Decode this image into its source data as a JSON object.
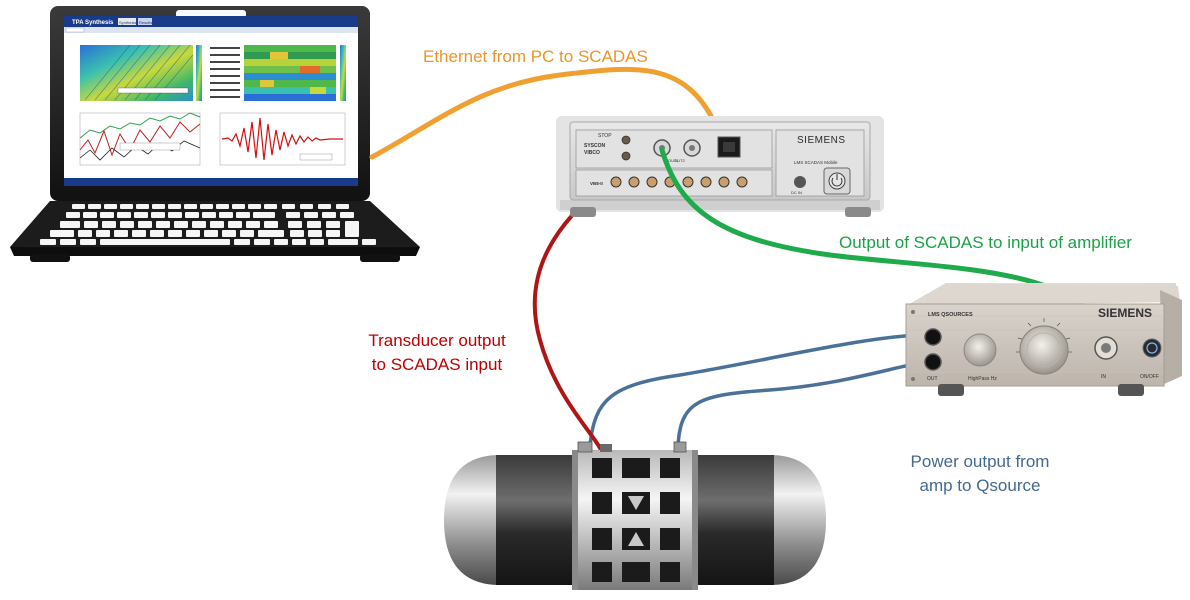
{
  "labels": {
    "ethernet": "Ethernet from PC to SCADAS",
    "scadas_out": "Output of SCADAS to input of amplifier",
    "transducer_1": "Transducer output",
    "transducer_2": "to SCADAS input",
    "power_1": "Power output from",
    "power_2": "amp to Qsource"
  },
  "laptop_screen": {
    "window_title": "TPA Synthesis",
    "tab_1": "Synthesis",
    "tab_2": "Results"
  },
  "scadas": {
    "brand": "SIEMENS",
    "model": "LMS SCADAS Mobile",
    "stop": "STOP",
    "syscon": "SYSCON",
    "vibco": "VIBCO",
    "out1": "OUT1",
    "out2": "OUT2",
    "vb8": "VB8-II",
    "dcin": "DC IN"
  },
  "amplifier": {
    "brand": "SIEMENS",
    "model": "LMS QSOURCES",
    "out": "OUT",
    "highpass": "HighPass Hz",
    "in": "IN",
    "onoff": "ON/OFF"
  },
  "colors": {
    "ethernet_cable": "#f0a030",
    "output_cable": "#1faa4c",
    "transducer_cable": "#b01515",
    "power_cable": "#4a7198",
    "ethernet_text": "#e8962a",
    "output_text": "#1aa246",
    "transducer_text": "#c00000",
    "power_text": "#44698f"
  }
}
